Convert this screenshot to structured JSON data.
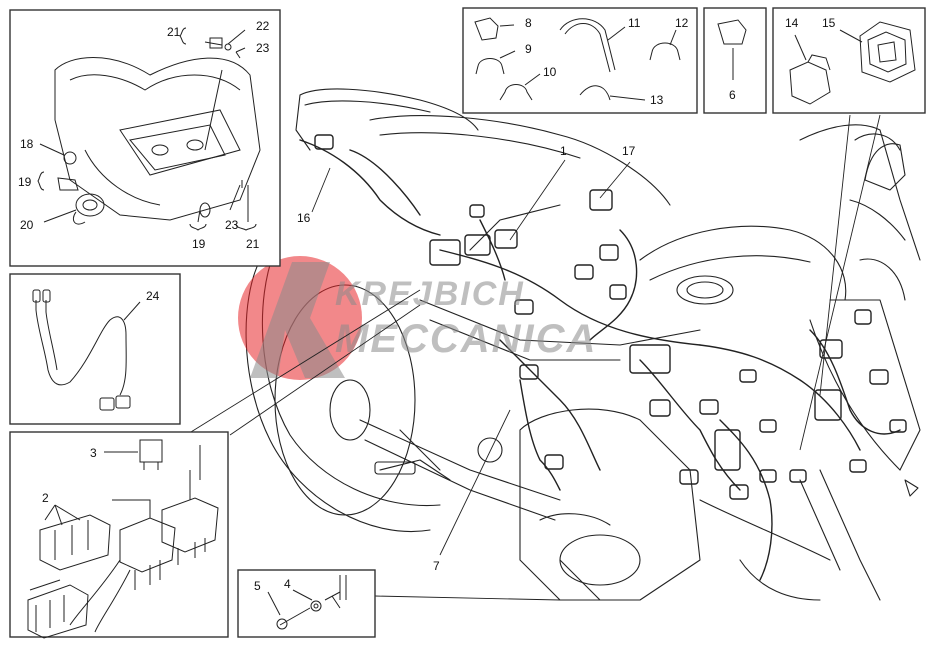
{
  "diagram": {
    "watermark": {
      "line1": "KREJBICH",
      "line2": "MECCANICA",
      "mark": "K"
    },
    "inset_tail": {
      "labels": [
        "21",
        "22",
        "23",
        "18",
        "19",
        "20",
        "19",
        "23",
        "21"
      ]
    },
    "inset_top": {
      "labels": [
        "8",
        "9",
        "10",
        "11",
        "12",
        "13"
      ]
    },
    "inset_6": {
      "labels": [
        "6"
      ]
    },
    "inset_14_15": {
      "labels": [
        "14",
        "15"
      ]
    },
    "inset_24": {
      "labels": [
        "24"
      ]
    },
    "inset_relays": {
      "labels": [
        "3",
        "2"
      ]
    },
    "inset_screws": {
      "labels": [
        "5",
        "4"
      ]
    },
    "main": {
      "labels": [
        "1",
        "17",
        "16",
        "7"
      ]
    },
    "colors": {
      "line": "#222222",
      "watermark_red": "#e8262a",
      "watermark_grey": "#8a8a8a"
    }
  }
}
